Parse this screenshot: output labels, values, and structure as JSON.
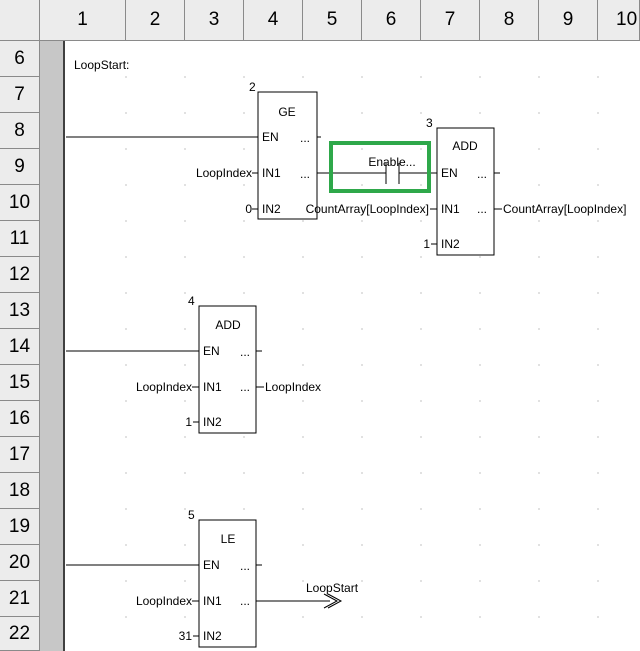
{
  "grid": {
    "columns": [
      "1",
      "2",
      "3",
      "4",
      "5",
      "6",
      "7",
      "8",
      "9",
      "10"
    ],
    "rows": [
      "6",
      "7",
      "8",
      "9",
      "10",
      "11",
      "12",
      "13",
      "14",
      "15",
      "16",
      "17",
      "18",
      "19",
      "20",
      "21",
      "22"
    ]
  },
  "ladder": {
    "label_loopstart": "LoopStart:",
    "ellipsis": "...",
    "blocks": {
      "ge": {
        "number": "2",
        "title": "GE",
        "en": "EN",
        "in1": "IN1",
        "in2": "IN2"
      },
      "add1": {
        "number": "3",
        "title": "ADD",
        "en": "EN",
        "in1": "IN1",
        "in2": "IN2"
      },
      "add2": {
        "number": "4",
        "title": "ADD",
        "en": "EN",
        "in1": "IN1",
        "in2": "IN2"
      },
      "le": {
        "number": "5",
        "title": "LE",
        "en": "EN",
        "in1": "IN1",
        "in2": "IN2"
      }
    },
    "operands": {
      "ge_in1": "LoopIndex",
      "ge_in2": "0",
      "add1_in1": "CountArray[LoopIndex]",
      "add1_out": "CountArray[LoopIndex]",
      "add1_in2": "1",
      "add2_in1": "LoopIndex",
      "add2_out": "LoopIndex",
      "add2_in2": "1",
      "le_in1": "LoopIndex",
      "le_in2": "31"
    },
    "contact_label": "Enable...",
    "jump_label": "LoopStart"
  },
  "colors": {
    "selection": "#2ea84a",
    "header_bg": "#ececec",
    "rail_gutter": "#c7c7c7"
  }
}
